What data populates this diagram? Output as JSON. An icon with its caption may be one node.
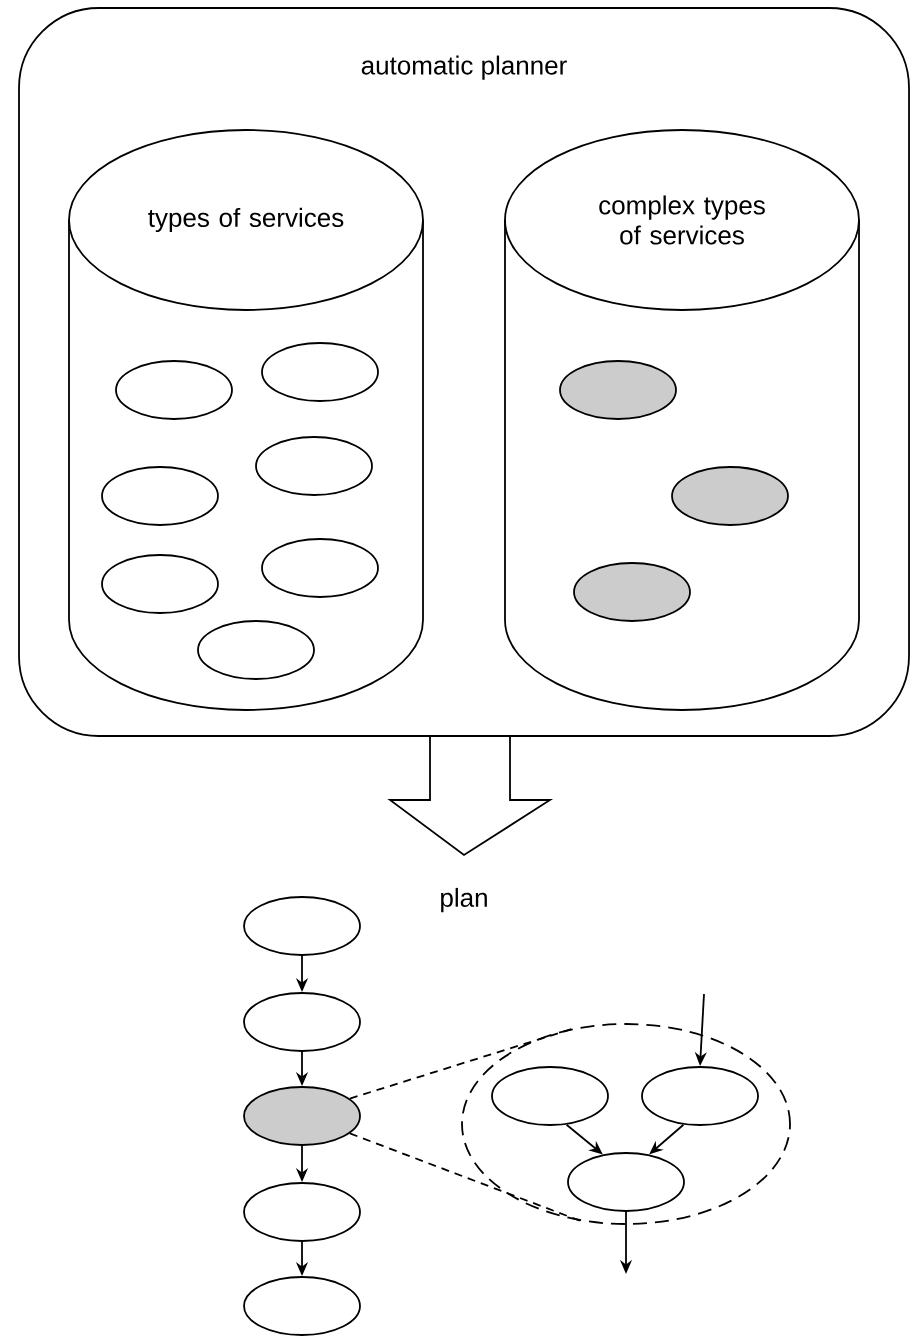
{
  "diagram": {
    "nodes": [
      {
        "text": [
          "automatic planner"
        ]
      },
      {
        "text": [
          "types of services"
        ],
        "in": 0
      },
      {
        "text": [
          "complex types of services"
        ],
        "in": 0
      },
      {
        "text": [],
        "shape": "ellipse",
        "in": 1
      },
      {
        "text": [],
        "shape": "ellipse",
        "in": 1
      },
      {
        "text": [],
        "shape": "ellipse",
        "in": 1
      },
      {
        "text": [],
        "shape": "ellipse",
        "in": 1
      },
      {
        "text": [],
        "shape": "ellipse",
        "in": 1
      },
      {
        "text": [],
        "shape": "ellipse",
        "in": 1
      },
      {
        "text": [],
        "shape": "ellipse",
        "in": 1
      },
      {
        "text": [],
        "shape": "ellipse",
        "in": 2
      },
      {
        "text": [],
        "shape": "ellipse",
        "in": 2
      },
      {
        "text": [],
        "shape": "ellipse",
        "in": 2
      },
      {
        "text": [
          "plan"
        ]
      },
      {
        "text": [],
        "shape": "ellipse"
      },
      {
        "text": [],
        "shape": "ellipse"
      },
      {
        "text": [],
        "shape": "ellipse"
      },
      {
        "text": [],
        "shape": "ellipse"
      },
      {
        "text": [],
        "shape": "ellipse"
      },
      {
        "text": [],
        "shape": "ellipse"
      },
      {
        "text": [],
        "shape": "ellipse",
        "in": 19
      },
      {
        "text": [],
        "shape": "ellipse",
        "in": 19
      },
      {
        "text": [],
        "shape": "ellipse",
        "in": 19
      }
    ],
    "edges": [
      {
        "from": 0,
        "to": 13,
        "arrow": "to"
      },
      {
        "from": 14,
        "to": 15,
        "arrow": "to"
      },
      {
        "from": 15,
        "to": 16,
        "arrow": "to"
      },
      {
        "from": 16,
        "to": 17,
        "arrow": "to"
      },
      {
        "from": 17,
        "to": 18,
        "arrow": "to"
      },
      {
        "from": 16,
        "to": 19,
        "arrow": "none",
        "style": "dashed"
      },
      {
        "from": 16,
        "to": 19,
        "arrow": "none",
        "style": "dashed"
      },
      {
        "from": null,
        "to": 21,
        "arrow": "to"
      },
      {
        "from": 20,
        "to": 22,
        "arrow": "to"
      },
      {
        "from": 21,
        "to": 22,
        "arrow": "to"
      },
      {
        "from": 22,
        "to": null,
        "arrow": "to"
      }
    ]
  }
}
